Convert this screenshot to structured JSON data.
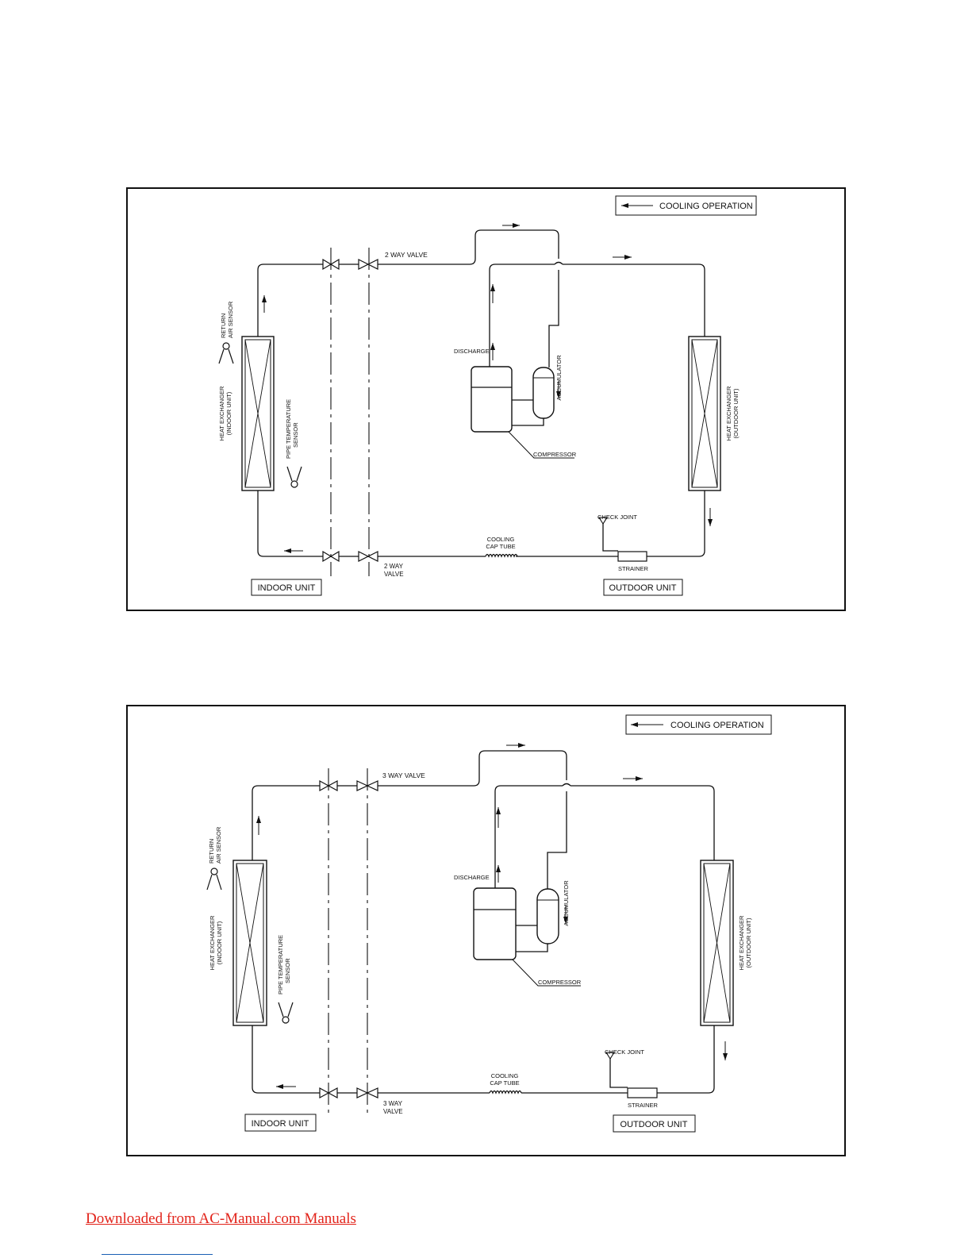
{
  "diagrams": [
    {
      "legend": "COOLING OPERATION",
      "valve_top": "2 WAY VALVE",
      "valve_bottom_line1": "2 WAY",
      "valve_bottom_line2": "VALVE",
      "return_sensor_line1": "RETURN",
      "return_sensor_line2": "AIR SENSOR",
      "indoor_hx_line1": "HEAT EXCHANGER",
      "indoor_hx_line2": "(INDOOR UNIT)",
      "pipe_sensor_line1": "PIPE TEMPERATURE",
      "pipe_sensor_line2": "SENSOR",
      "discharge": "DISCHARGE",
      "accumulator": "ACCUMULATOR",
      "compressor": "COMPRESSOR",
      "outdoor_hx_line1": "HEAT EXCHANGER",
      "outdoor_hx_line2": "(OUTDOOR UNIT)",
      "check_joint": "CHECK JOINT",
      "cap_tube_line1": "COOLING",
      "cap_tube_line2": "CAP TUBE",
      "strainer": "STRAINER",
      "indoor_unit": "INDOOR UNIT",
      "outdoor_unit": "OUTDOOR UNIT"
    },
    {
      "legend": "COOLING OPERATION",
      "valve_top": "3 WAY VALVE",
      "valve_bottom_line1": "3 WAY",
      "valve_bottom_line2": "VALVE",
      "return_sensor_line1": "RETURN",
      "return_sensor_line2": "AIR SENSOR",
      "indoor_hx_line1": "HEAT EXCHANGER",
      "indoor_hx_line2": "(INDOOR UNIT)",
      "pipe_sensor_line1": "PIPE TEMPERATURE",
      "pipe_sensor_line2": "SENSOR",
      "discharge": "DISCHARGE",
      "accumulator": "ACCUMULATOR",
      "compressor": "COMPRESSOR",
      "outdoor_hx_line1": "HEAT EXCHANGER",
      "outdoor_hx_line2": "(OUTDOOR UNIT)",
      "check_joint": "CHECK JOINT",
      "cap_tube_line1": "COOLING",
      "cap_tube_line2": "CAP TUBE",
      "strainer": "STRAINER",
      "indoor_unit": "INDOOR UNIT",
      "outdoor_unit": "OUTDOOR UNIT"
    }
  ],
  "footer": {
    "text": "Downloaded from AC-Manual.com Manuals",
    "color": "#e2231a"
  }
}
